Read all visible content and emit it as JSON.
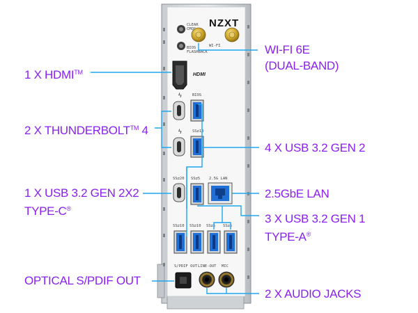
{
  "brand": "NZXT",
  "panel_labels": {
    "clear_cmos_1": "CLEAR",
    "clear_cmos_2": "CMOS",
    "bios_flashback_1": "BIOS",
    "bios_flashback_2": "FLASHBACK",
    "wifi": "WI-FI",
    "hdmi": "HDMI",
    "bios": "BIOS",
    "usb_10": "SS⇄10",
    "usb_20": "SS⇄20",
    "usb_5": "SS⇄5",
    "lan": "2.5G LAN",
    "spdif": "S/PDIF OUT",
    "lineout": "LINE-OUT",
    "mic": "MIC",
    "thunderbolt_symbol": "ϟ"
  },
  "callouts": {
    "hdmi": {
      "text": "1 X HDMI",
      "mark": "TM"
    },
    "thunderbolt": {
      "text": "2 X THUNDERBOLT",
      "mark": "TM",
      "suffix": " 4"
    },
    "usb_c_2x2": {
      "line1": "1 X USB 3.2 GEN 2X2",
      "line2": "TYPE-C",
      "mark": "®"
    },
    "optical": {
      "text": "OPTICAL S/PDIF OUT"
    },
    "wifi": {
      "line1": "WI-FI 6E",
      "line2": "(DUAL-BAND)"
    },
    "usb_gen2": {
      "text": "4 X USB 3.2 GEN 2"
    },
    "lan": {
      "text": "2.5GbE LAN"
    },
    "usb_gen1": {
      "line1": "3 X USB 3.2 GEN 1",
      "line2": "TYPE-A",
      "mark": "®"
    },
    "audio": {
      "text": "2 X AUDIO JACKS"
    }
  },
  "colors": {
    "callout_text": "#8b1ff0",
    "leader_line": "#1ea7ee",
    "usb_blue": "#1f6fd6",
    "panel_white": "#f7f7f7",
    "frame_gray": "#9aa0a6",
    "antenna_gold": "#c9a227"
  }
}
